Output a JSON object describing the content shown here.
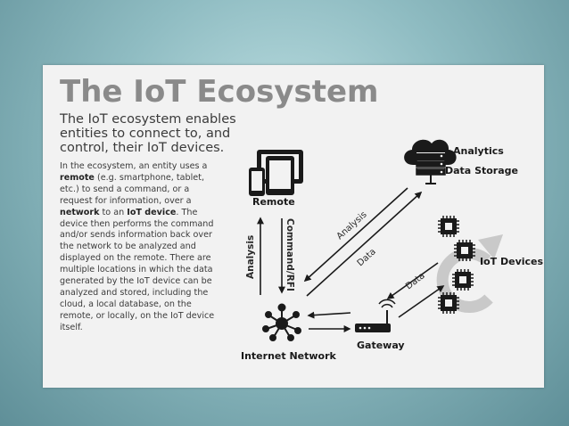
{
  "title": "The IoT Ecosystem",
  "subtitle": "The IoT ecosystem enables entities to connect to, and control, their IoT devices.",
  "body": {
    "p1": "In the ecosystem, an entity uses a ",
    "b1": "remote",
    "p2": " (e.g. smartphone, tablet, etc.) to send a command, or a request for information, over a ",
    "b2": "network",
    "p3": " to an ",
    "b3": "IoT device",
    "p4": ". The device then performs the command and/or sends information back over the network to be analyzed and displayed on the remote. There are multiple locations in which the data generated by the IoT device can be analyzed and stored, including the cloud, a local database, on the remote, or locally, on the IoT device itself."
  },
  "nodes": {
    "remote": "Remote",
    "analytics": "Analytics",
    "data_storage": "Data Storage",
    "iot_devices": "IoT Devices",
    "gateway": "Gateway",
    "internet_network": "Internet Network"
  },
  "arrow_labels": {
    "analysis_vertical": "Analysis",
    "command_rfi": "Command/RFI",
    "analysis_diagonal": "Analysis",
    "data_diagonal": "Data",
    "data_devices": "Data"
  },
  "icons": {
    "remote": "devices-icon",
    "cloud": "cloud-server-icon",
    "network": "network-hub-icon",
    "gateway": "router-icon",
    "chip": "chip-icon",
    "refresh": "refresh-icon"
  },
  "colors": {
    "background": "#8fbcc2",
    "card": "#f2f2f2",
    "title": "#8a8a8a",
    "ink": "#1a1a1a"
  }
}
